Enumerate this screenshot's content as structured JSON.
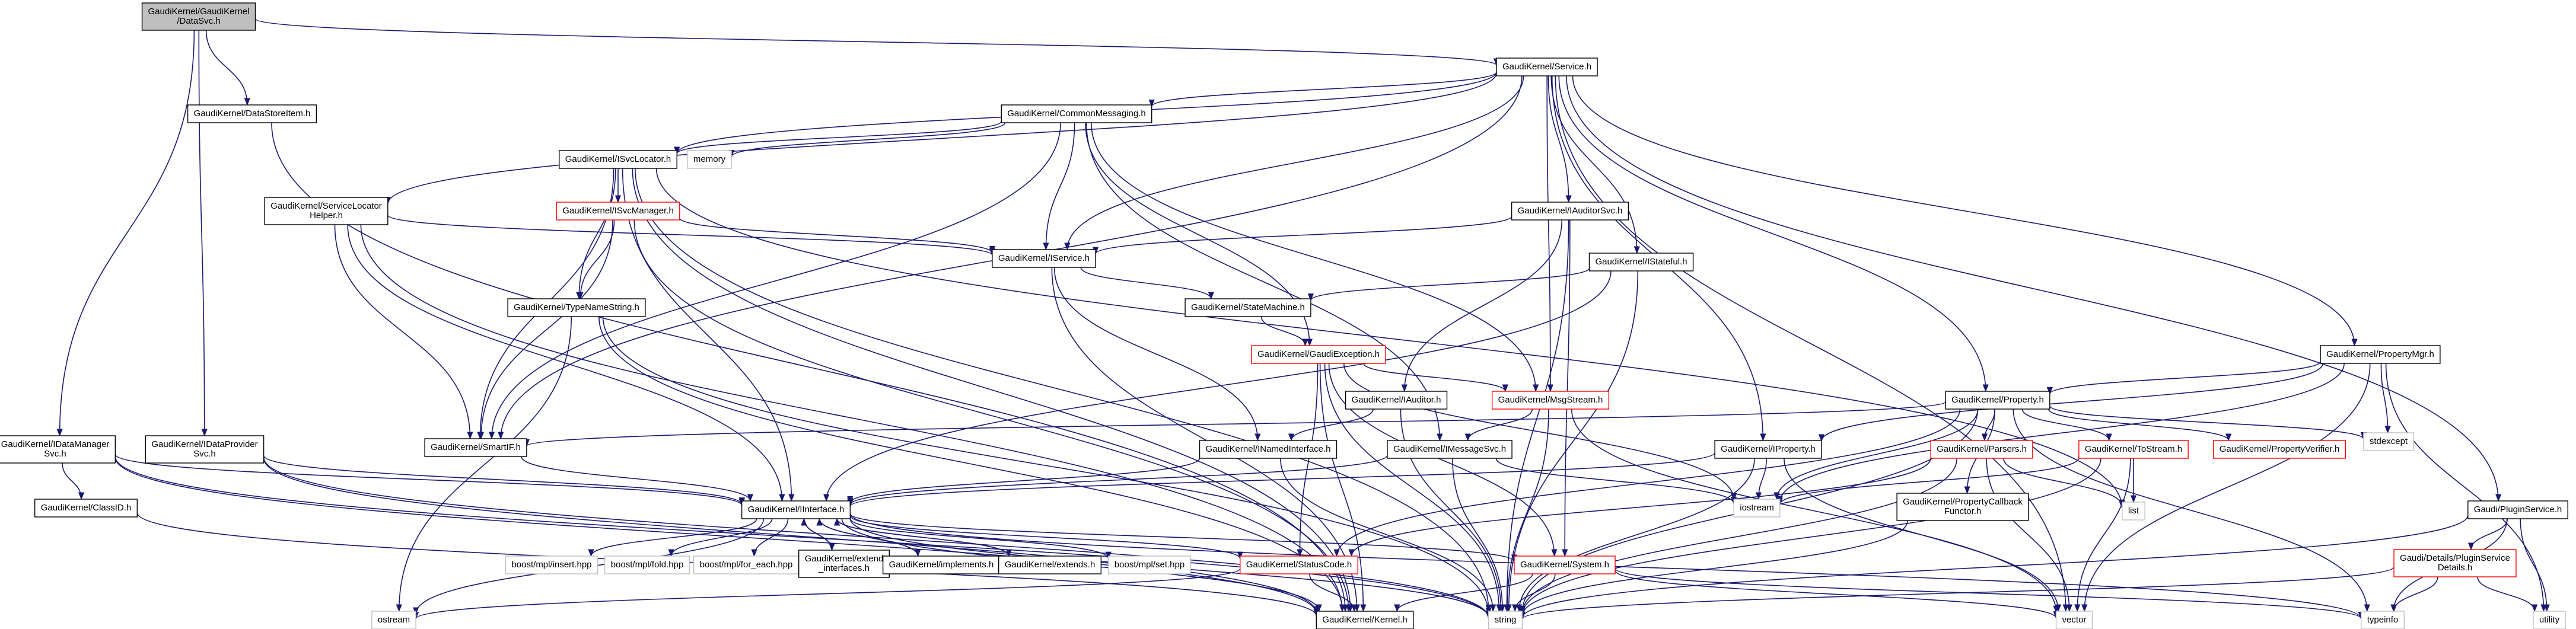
{
  "diagram": {
    "type": "dependency-graph",
    "colors": {
      "edge": "#191970",
      "border_default": "#000000",
      "border_missing": "#ff0000",
      "border_external": "#bfbfbf",
      "fill_default": "#ffffff",
      "fill_root": "#bfbfbf"
    },
    "nodes": [
      {
        "id": "root",
        "lines": [
          "GaudiKernel/GaudiKernel",
          "/DataSvc.h"
        ],
        "style": "root"
      },
      {
        "id": "service",
        "lines": [
          "GaudiKernel/Service.h"
        ],
        "style": "normal"
      },
      {
        "id": "datastoreitem",
        "lines": [
          "GaudiKernel/DataStoreItem.h"
        ],
        "style": "normal"
      },
      {
        "id": "commonmessaging",
        "lines": [
          "GaudiKernel/CommonMessaging.h"
        ],
        "style": "normal"
      },
      {
        "id": "svclocator",
        "lines": [
          "GaudiKernel/ISvcLocator.h"
        ],
        "style": "normal"
      },
      {
        "id": "memory",
        "lines": [
          "memory"
        ],
        "style": "external"
      },
      {
        "id": "servicelocatorhelper",
        "lines": [
          "GaudiKernel/ServiceLocator",
          "Helper.h"
        ],
        "style": "normal"
      },
      {
        "id": "isvcmanager",
        "lines": [
          "GaudiKernel/ISvcManager.h"
        ],
        "style": "missing"
      },
      {
        "id": "iservice",
        "lines": [
          "GaudiKernel/IService.h"
        ],
        "style": "normal"
      },
      {
        "id": "iauditorsvc",
        "lines": [
          "GaudiKernel/IAuditorSvc.h"
        ],
        "style": "normal"
      },
      {
        "id": "istateful",
        "lines": [
          "GaudiKernel/IStateful.h"
        ],
        "style": "normal"
      },
      {
        "id": "typenamestring",
        "lines": [
          "GaudiKernel/TypeNameString.h"
        ],
        "style": "normal"
      },
      {
        "id": "statemachine",
        "lines": [
          "GaudiKernel/StateMachine.h"
        ],
        "style": "normal"
      },
      {
        "id": "gaudiexception",
        "lines": [
          "GaudiKernel/GaudiException.h"
        ],
        "style": "missing"
      },
      {
        "id": "iauditor",
        "lines": [
          "GaudiKernel/IAuditor.h"
        ],
        "style": "normal"
      },
      {
        "id": "msgstream",
        "lines": [
          "GaudiKernel/MsgStream.h"
        ],
        "style": "missing"
      },
      {
        "id": "propertymgr",
        "lines": [
          "GaudiKernel/PropertyMgr.h"
        ],
        "style": "normal"
      },
      {
        "id": "property",
        "lines": [
          "GaudiKernel/Property.h"
        ],
        "style": "normal"
      },
      {
        "id": "idatamanagersvc",
        "lines": [
          "GaudiKernel/IDataManager",
          "Svc.h"
        ],
        "style": "normal"
      },
      {
        "id": "idataprovidersvc",
        "lines": [
          "GaudiKernel/IDataProvider",
          "Svc.h"
        ],
        "style": "normal"
      },
      {
        "id": "smartif",
        "lines": [
          "GaudiKernel/SmartIF.h"
        ],
        "style": "normal"
      },
      {
        "id": "inamedinterface",
        "lines": [
          "GaudiKernel/INamedInterface.h"
        ],
        "style": "normal"
      },
      {
        "id": "imessagesvc",
        "lines": [
          "GaudiKernel/IMessageSvc.h"
        ],
        "style": "normal"
      },
      {
        "id": "iproperty",
        "lines": [
          "GaudiKernel/IProperty.h"
        ],
        "style": "normal"
      },
      {
        "id": "parsers",
        "lines": [
          "GaudiKernel/Parsers.h"
        ],
        "style": "missing"
      },
      {
        "id": "tostream",
        "lines": [
          "GaudiKernel/ToStream.h"
        ],
        "style": "missing"
      },
      {
        "id": "propertyverifier",
        "lines": [
          "GaudiKernel/PropertyVerifier.h"
        ],
        "style": "missing"
      },
      {
        "id": "stdexcept",
        "lines": [
          "stdexcept"
        ],
        "style": "external"
      },
      {
        "id": "classid",
        "lines": [
          "GaudiKernel/ClassID.h"
        ],
        "style": "normal"
      },
      {
        "id": "iinterface",
        "lines": [
          "GaudiKernel/IInterface.h"
        ],
        "style": "normal"
      },
      {
        "id": "iostream",
        "lines": [
          "iostream"
        ],
        "style": "external"
      },
      {
        "id": "propertycallbackfunctor",
        "lines": [
          "GaudiKernel/PropertyCallback",
          "Functor.h"
        ],
        "style": "normal"
      },
      {
        "id": "list",
        "lines": [
          "list"
        ],
        "style": "external"
      },
      {
        "id": "pluginservice",
        "lines": [
          "Gaudi/PluginService.h"
        ],
        "style": "normal"
      },
      {
        "id": "boostinsert",
        "lines": [
          "boost/mpl/insert.hpp"
        ],
        "style": "external"
      },
      {
        "id": "boostfold",
        "lines": [
          "boost/mpl/fold.hpp"
        ],
        "style": "external"
      },
      {
        "id": "boostforeach",
        "lines": [
          "boost/mpl/for_each.hpp"
        ],
        "style": "external"
      },
      {
        "id": "extendinterfaces",
        "lines": [
          "GaudiKernel/extend",
          "_interfaces.h"
        ],
        "style": "normal"
      },
      {
        "id": "implements",
        "lines": [
          "GaudiKernel/implements.h"
        ],
        "style": "normal"
      },
      {
        "id": "extends",
        "lines": [
          "GaudiKernel/extends.h"
        ],
        "style": "normal"
      },
      {
        "id": "boostset",
        "lines": [
          "boost/mpl/set.hpp"
        ],
        "style": "external"
      },
      {
        "id": "statuscode",
        "lines": [
          "GaudiKernel/StatusCode.h"
        ],
        "style": "missing"
      },
      {
        "id": "system",
        "lines": [
          "GaudiKernel/System.h"
        ],
        "style": "missing"
      },
      {
        "id": "pluginservicedetails",
        "lines": [
          "Gaudi/Details/PluginService",
          "Details.h"
        ],
        "style": "missing"
      },
      {
        "id": "ostream",
        "lines": [
          "ostream"
        ],
        "style": "external"
      },
      {
        "id": "kernel",
        "lines": [
          "GaudiKernel/Kernel.h"
        ],
        "style": "normal"
      },
      {
        "id": "string",
        "lines": [
          "string"
        ],
        "style": "external"
      },
      {
        "id": "vector",
        "lines": [
          "vector"
        ],
        "style": "external"
      },
      {
        "id": "typeinfo",
        "lines": [
          "typeinfo"
        ],
        "style": "external"
      },
      {
        "id": "utility",
        "lines": [
          "utility"
        ],
        "style": "external"
      }
    ],
    "edges": [
      [
        "root",
        "service"
      ],
      [
        "root",
        "datastoreitem"
      ],
      [
        "root",
        "idatamanagersvc"
      ],
      [
        "root",
        "idataprovidersvc"
      ],
      [
        "service",
        "commonmessaging"
      ],
      [
        "service",
        "svclocator"
      ],
      [
        "service",
        "servicelocatorhelper"
      ],
      [
        "service",
        "iservice"
      ],
      [
        "service",
        "iauditorsvc"
      ],
      [
        "service",
        "istateful"
      ],
      [
        "service",
        "smartif"
      ],
      [
        "service",
        "iproperty"
      ],
      [
        "service",
        "property"
      ],
      [
        "service",
        "propertymgr"
      ],
      [
        "service",
        "pluginservice"
      ],
      [
        "service",
        "vector"
      ],
      [
        "service",
        "msgstream"
      ],
      [
        "commonmessaging",
        "svclocator"
      ],
      [
        "commonmessaging",
        "memory"
      ],
      [
        "commonmessaging",
        "iservice"
      ],
      [
        "commonmessaging",
        "smartif"
      ],
      [
        "commonmessaging",
        "gaudiexception"
      ],
      [
        "commonmessaging",
        "msgstream"
      ],
      [
        "commonmessaging",
        "imessagesvc"
      ],
      [
        "svclocator",
        "isvcmanager"
      ],
      [
        "svclocator",
        "typenamestring"
      ],
      [
        "svclocator",
        "smartif"
      ],
      [
        "svclocator",
        "iinterface"
      ],
      [
        "svclocator",
        "list"
      ],
      [
        "svclocator",
        "kernel"
      ],
      [
        "svclocator",
        "string"
      ],
      [
        "servicelocatorhelper",
        "iservice"
      ],
      [
        "servicelocatorhelper",
        "smartif"
      ],
      [
        "servicelocatorhelper",
        "kernel"
      ],
      [
        "servicelocatorhelper",
        "iinterface"
      ],
      [
        "isvcmanager",
        "iservice"
      ],
      [
        "isvcmanager",
        "typenamestring"
      ],
      [
        "isvcmanager",
        "smartif"
      ],
      [
        "isvcmanager",
        "kernel"
      ],
      [
        "iservice",
        "inamedinterface"
      ],
      [
        "iservice",
        "statemachine"
      ],
      [
        "iservice",
        "kernel"
      ],
      [
        "iauditorsvc",
        "iservice"
      ],
      [
        "iauditorsvc",
        "iauditor"
      ],
      [
        "iauditorsvc",
        "system"
      ],
      [
        "iauditorsvc",
        "string"
      ],
      [
        "istateful",
        "statemachine"
      ],
      [
        "istateful",
        "iinterface"
      ],
      [
        "istateful",
        "string"
      ],
      [
        "typenamestring",
        "kernel"
      ],
      [
        "typenamestring",
        "string"
      ],
      [
        "typenamestring",
        "ostream"
      ],
      [
        "statemachine",
        "gaudiexception"
      ],
      [
        "gaudiexception",
        "msgstream"
      ],
      [
        "gaudiexception",
        "system"
      ],
      [
        "gaudiexception",
        "statuscode"
      ],
      [
        "gaudiexception",
        "kernel"
      ],
      [
        "gaudiexception",
        "string"
      ],
      [
        "gaudiexception",
        "iostream"
      ],
      [
        "iauditor",
        "inamedinterface"
      ],
      [
        "iauditor",
        "string"
      ],
      [
        "msgstream",
        "imessagesvc"
      ],
      [
        "msgstream",
        "string"
      ],
      [
        "msgstream",
        "vector"
      ],
      [
        "propertymgr",
        "property"
      ],
      [
        "propertymgr",
        "iproperty"
      ],
      [
        "propertymgr",
        "stdexcept"
      ],
      [
        "propertymgr",
        "iostream"
      ],
      [
        "propertymgr",
        "vector"
      ],
      [
        "propertymgr",
        "utility"
      ],
      [
        "property",
        "smartif"
      ],
      [
        "property",
        "parsers"
      ],
      [
        "property",
        "tostream"
      ],
      [
        "property",
        "propertyverifier"
      ],
      [
        "property",
        "propertycallbackfunctor"
      ],
      [
        "property",
        "stdexcept"
      ],
      [
        "property",
        "iostream"
      ],
      [
        "property",
        "typeinfo"
      ],
      [
        "property",
        "string"
      ],
      [
        "property",
        "statuscode"
      ],
      [
        "idatamanagersvc",
        "classid"
      ],
      [
        "idatamanagersvc",
        "iinterface"
      ],
      [
        "idatamanagersvc",
        "kernel"
      ],
      [
        "idatamanagersvc",
        "string"
      ],
      [
        "idataprovidersvc",
        "iinterface"
      ],
      [
        "idataprovidersvc",
        "kernel"
      ],
      [
        "idataprovidersvc",
        "string"
      ],
      [
        "datastoreitem",
        "kernel"
      ],
      [
        "smartif",
        "iinterface"
      ],
      [
        "inamedinterface",
        "iinterface"
      ],
      [
        "inamedinterface",
        "string"
      ],
      [
        "imessagesvc",
        "iinterface"
      ],
      [
        "imessagesvc",
        "iostream"
      ],
      [
        "imessagesvc",
        "string"
      ],
      [
        "iproperty",
        "iinterface"
      ],
      [
        "iproperty",
        "iostream"
      ],
      [
        "iproperty",
        "string"
      ],
      [
        "iproperty",
        "vector"
      ],
      [
        "parsers",
        "list"
      ],
      [
        "parsers",
        "string"
      ],
      [
        "parsers",
        "vector"
      ],
      [
        "parsers",
        "statuscode"
      ],
      [
        "tostream",
        "iostream"
      ],
      [
        "tostream",
        "list"
      ],
      [
        "tostream",
        "string"
      ],
      [
        "tostream",
        "vector"
      ],
      [
        "propertycallbackfunctor",
        "string"
      ],
      [
        "classid",
        "kernel"
      ],
      [
        "iinterface",
        "boostinsert"
      ],
      [
        "iinterface",
        "boostfold"
      ],
      [
        "iinterface",
        "boostforeach"
      ],
      [
        "iinterface",
        "extendinterfaces"
      ],
      [
        "iinterface",
        "implements"
      ],
      [
        "iinterface",
        "extends"
      ],
      [
        "iinterface",
        "boostset"
      ],
      [
        "iinterface",
        "statuscode"
      ],
      [
        "iinterface",
        "system"
      ],
      [
        "iinterface",
        "ostream"
      ],
      [
        "iinterface",
        "kernel"
      ],
      [
        "iinterface",
        "string"
      ],
      [
        "iinterface",
        "typeinfo"
      ],
      [
        "extendinterfaces",
        "iinterface"
      ],
      [
        "implements",
        "iinterface"
      ],
      [
        "extends",
        "iinterface"
      ],
      [
        "statuscode",
        "kernel"
      ],
      [
        "statuscode",
        "ostream"
      ],
      [
        "system",
        "kernel"
      ],
      [
        "system",
        "string"
      ],
      [
        "system",
        "vector"
      ],
      [
        "system",
        "typeinfo"
      ],
      [
        "pluginservice",
        "pluginservicedetails"
      ],
      [
        "pluginservice",
        "string"
      ],
      [
        "pluginservice",
        "typeinfo"
      ],
      [
        "pluginservice",
        "utility"
      ],
      [
        "pluginservicedetails",
        "string"
      ],
      [
        "pluginservicedetails",
        "typeinfo"
      ],
      [
        "pluginservicedetails",
        "utility"
      ]
    ]
  }
}
